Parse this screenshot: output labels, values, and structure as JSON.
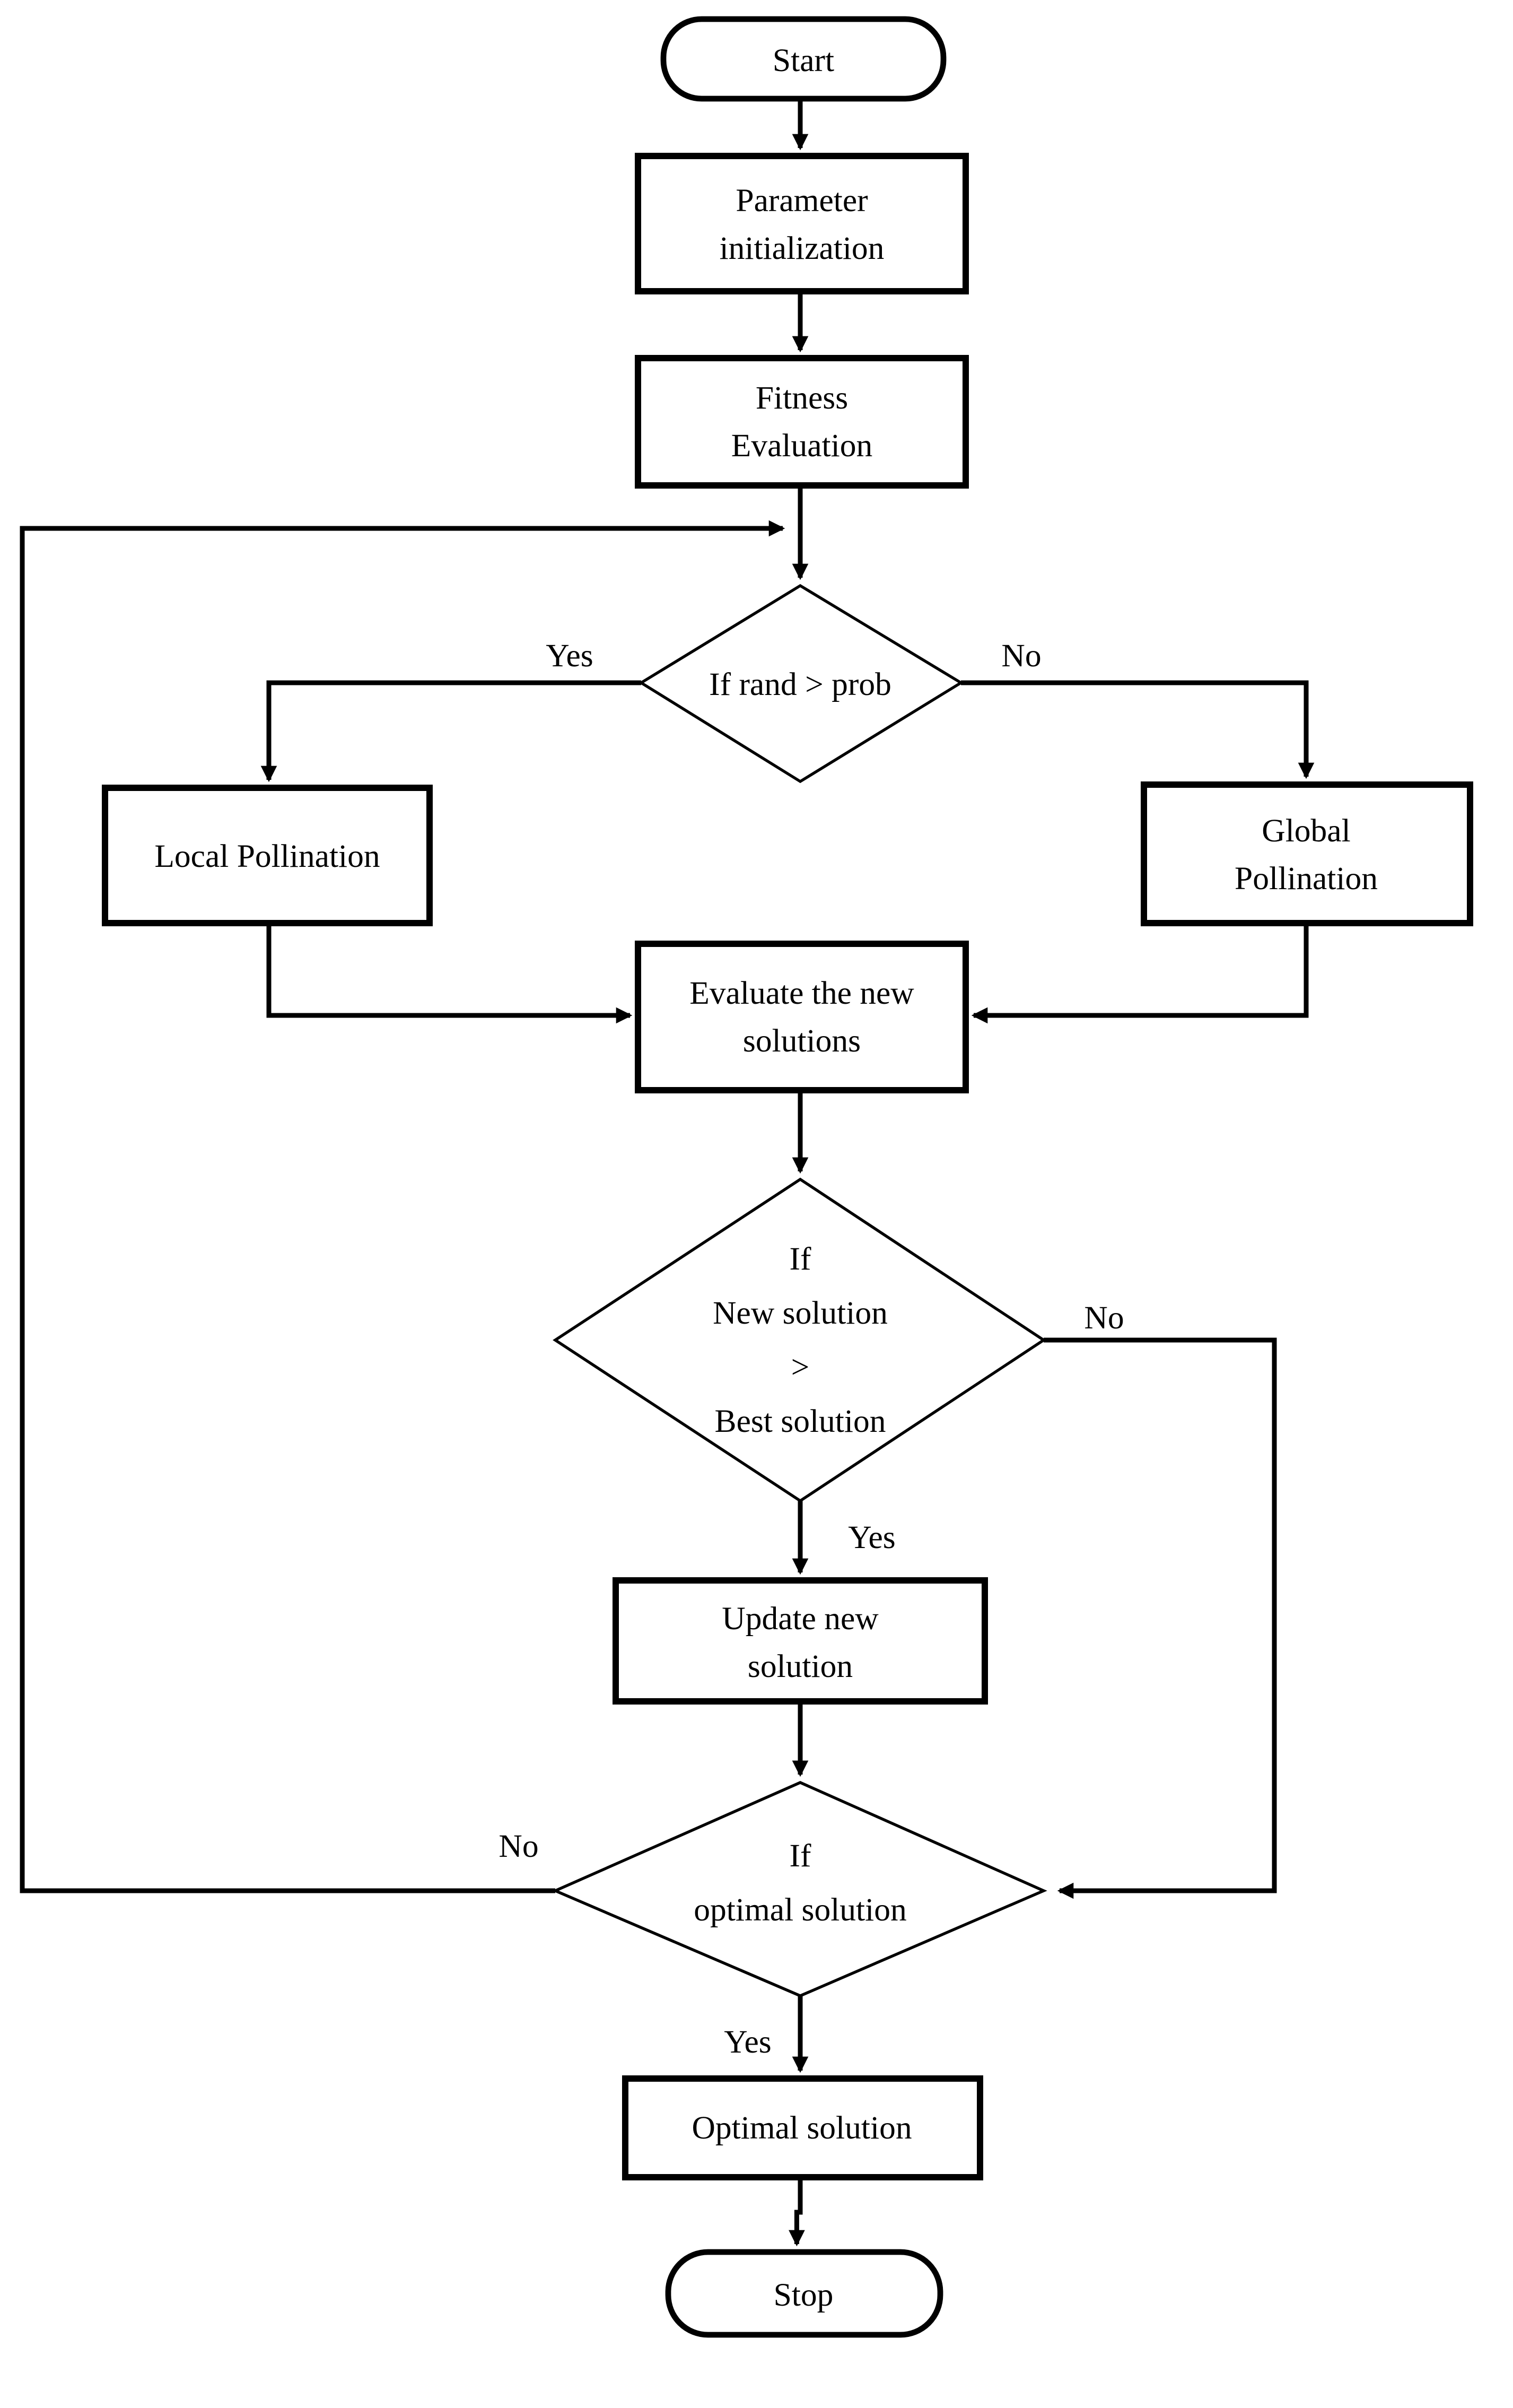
{
  "nodes": {
    "start": {
      "label": "Start"
    },
    "param_init": {
      "line1": "Parameter",
      "line2": "initialization"
    },
    "fitness_eval": {
      "line1": "Fitness",
      "line2": "Evaluation"
    },
    "rand_check": {
      "label": "If rand > prob"
    },
    "local_pollination": {
      "label": "Local Pollination"
    },
    "global_pollination": {
      "line1": "Global",
      "line2": "Pollination"
    },
    "evaluate_new": {
      "line1": "Evaluate the new",
      "line2": "solutions"
    },
    "new_vs_best": {
      "line1": "If",
      "line2": "New solution",
      "line3": ">",
      "line4": "Best solution"
    },
    "update_solution": {
      "line1": "Update new",
      "line2": "solution"
    },
    "optimal_check": {
      "line1": "If",
      "line2": "optimal solution"
    },
    "optimal_solution": {
      "label": "Optimal solution"
    },
    "stop": {
      "label": "Stop"
    }
  },
  "edge_labels": {
    "rand_yes": "Yes",
    "rand_no": "No",
    "new_best_no": "No",
    "new_best_yes": "Yes",
    "optimal_no": "No",
    "optimal_yes": "Yes"
  },
  "colors": {
    "background": "#ffffff",
    "stroke": "#000000",
    "text": "#000000"
  }
}
